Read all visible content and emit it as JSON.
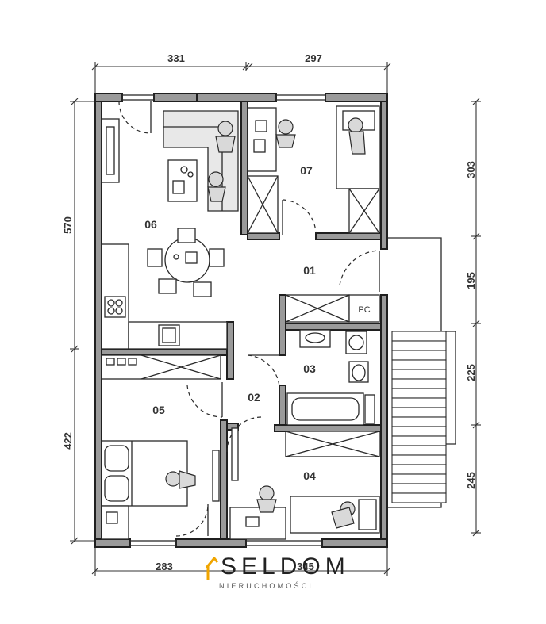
{
  "dimensions": {
    "top": [
      "331",
      "297"
    ],
    "bottom": [
      "283",
      "345"
    ],
    "left": [
      "570",
      "422"
    ],
    "right": [
      "303",
      "195",
      "225",
      "245"
    ]
  },
  "rooms": [
    "06",
    "07",
    "01",
    "03",
    "02",
    "05",
    "04"
  ],
  "closet_label": "PC",
  "logo": {
    "name": "SELDOM",
    "tagline": "NIERUCHOMOŚCI",
    "accent_color": "#f0a500"
  },
  "colors": {
    "wall_fill": "#9a9a9a",
    "line": "#2a2a2a",
    "background": "#ffffff"
  }
}
